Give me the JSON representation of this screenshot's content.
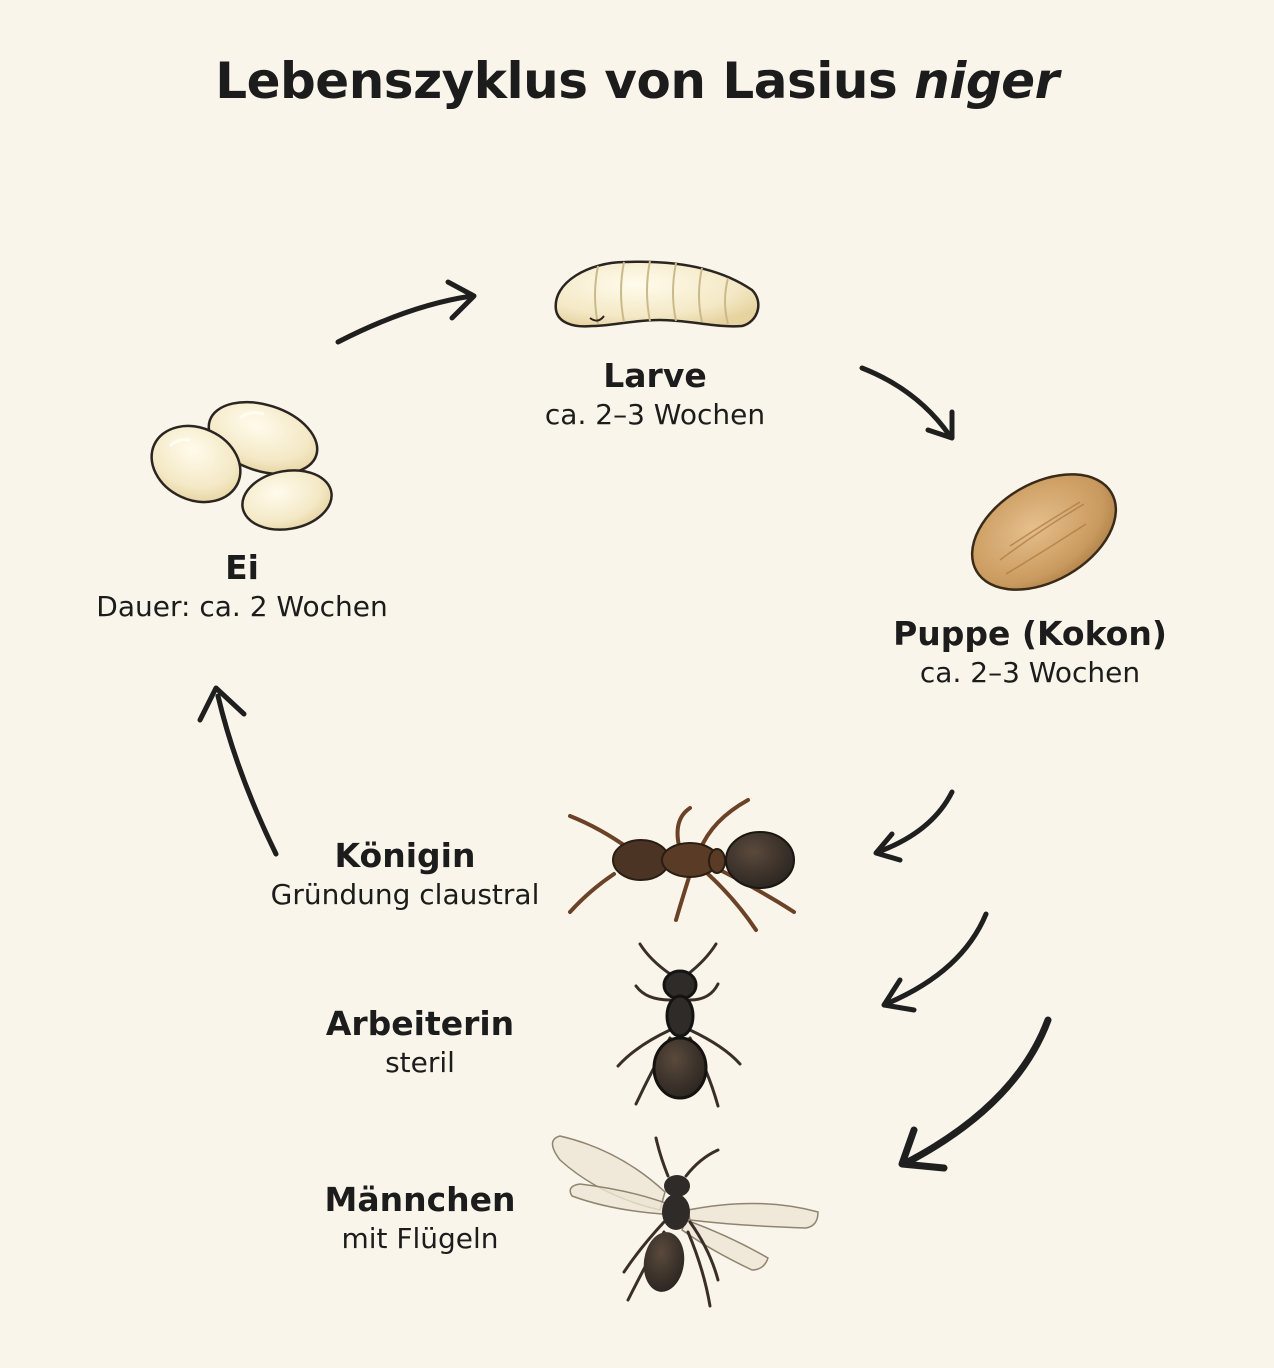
{
  "title": {
    "main": "Lebenszyklus von Lasius",
    "italic": "niger"
  },
  "stages": {
    "egg": {
      "name": "Ei",
      "detail": "Dauer: ca. 2 Wochen"
    },
    "larva": {
      "name": "Larve",
      "detail": "ca. 2–3 Wochen"
    },
    "pupa": {
      "name": "Puppe (Kokon)",
      "detail": "ca. 2–3 Wochen"
    },
    "queen": {
      "name": "Königin",
      "detail": "Gründung claustral"
    },
    "worker": {
      "name": "Arbeiterin",
      "detail": "steril"
    },
    "male": {
      "name": "Männchen",
      "detail": "mit Flügeln"
    }
  },
  "colors": {
    "background": "#f9f5ea",
    "egg": "#f4e9c6",
    "cocoon": "#c99a5e",
    "ant_body": "#2e2b28",
    "queen_legs": "#7a4f2e",
    "arrow": "#1f1f1f"
  },
  "icons": [
    "egg-cluster-icon",
    "larva-icon",
    "cocoon-icon",
    "queen-ant-icon",
    "worker-ant-icon",
    "winged-male-ant-icon",
    "cycle-arrow-icon"
  ]
}
